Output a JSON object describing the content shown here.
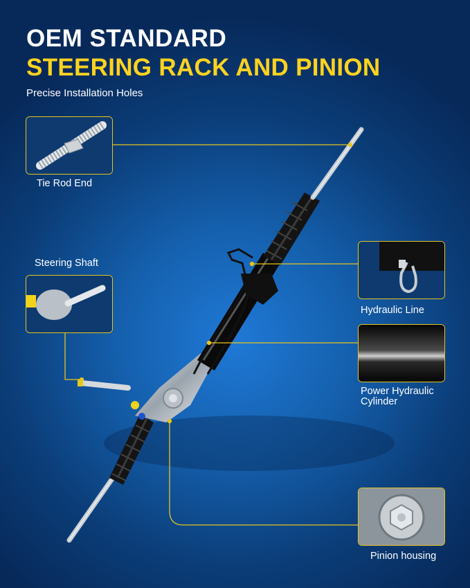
{
  "header": {
    "title_line1": "OEM STANDARD",
    "title_line2": "STEERING RACK AND PINION",
    "subtitle": "Precise Installation Holes"
  },
  "callouts": {
    "tie_rod_end": "Tie Rod End",
    "steering_shaft": "Steering Shaft",
    "hydraulic_line": "Hydraulic Line",
    "power_cylinder_line1": "Power Hydraulic",
    "power_cylinder_line2": "Cylinder",
    "pinion_housing": "Pinion housing"
  },
  "colors": {
    "accent": "#ffd21f",
    "background": "#1560ae",
    "callout_border": "#e8c51c"
  }
}
